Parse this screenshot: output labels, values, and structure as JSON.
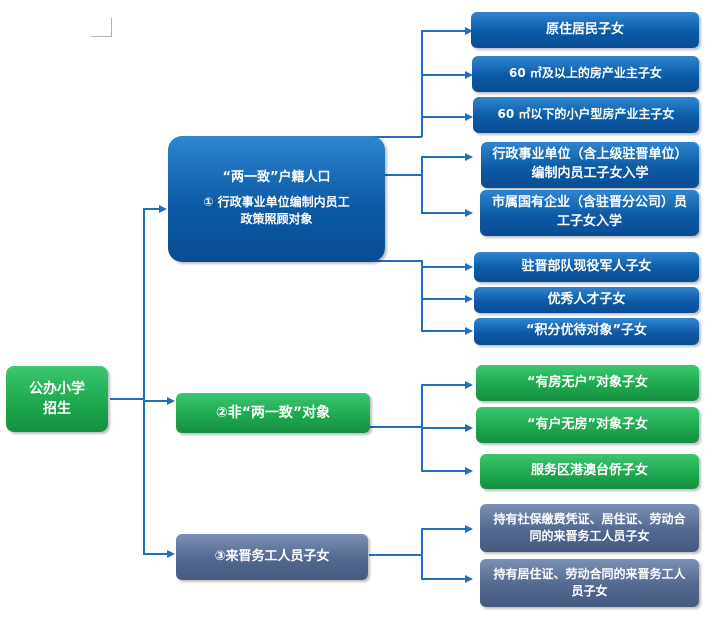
{
  "root": {
    "label": "公办小学\n招生",
    "color": "#1ea94f"
  },
  "branches": [
    {
      "id": "b1",
      "color": "#0c5aa6",
      "label_line1": "“两一致”户籍人口",
      "label_line2": "① 行政事业单位编制内员工",
      "label_line3": "政策照顾对象",
      "children": [
        "原住居民子女",
        "60 ㎡及以上的房产业主子女",
        "60 ㎡以下的小户型房产业主子女",
        "行政事业单位（含上级驻晋单位）编制内员工子女入学",
        "市属国有企业（含驻晋分公司）员工子女入学",
        "驻晋部队现役军人子女",
        "优秀人才子女",
        "“积分优待对象”子女"
      ]
    },
    {
      "id": "b2",
      "color": "#1ea94f",
      "label": "②非“两一致”对象",
      "children": [
        "“有房无户”对象子女",
        "“有户无房”对象子女",
        "服务区港澳台侨子女"
      ]
    },
    {
      "id": "b3",
      "color": "#53688f",
      "label": "③来晋务工人员子女",
      "children": [
        "持有社保缴费凭证、居住证、劳动合同的来晋务工人员子女",
        "持有居住证、劳动合同的来晋务工人员子女"
      ]
    }
  ],
  "connector_color": "#1f6fc0"
}
